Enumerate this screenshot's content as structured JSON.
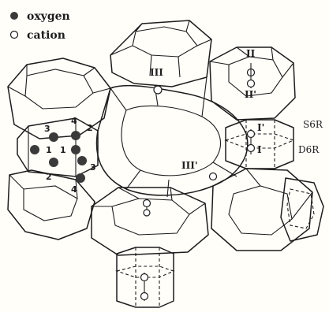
{
  "legend": {
    "oxygen_label": "oxygen",
    "cation_label": "cation"
  },
  "site_labels": {
    "site_III": "III",
    "site_II": "II",
    "site_II_prime": "II'",
    "site_I_prime": "I'",
    "site_I": "I",
    "site_III_prime": "III'",
    "ring_S6R": "S6R",
    "ring_D6R": "D6R"
  },
  "oxygen_numbers": {
    "n1a": "1",
    "n1b": "1",
    "n2a": "2",
    "n2b": "2",
    "n3a": "3",
    "n3b": "3",
    "n4a": "4",
    "n4b": "4"
  },
  "colors": {
    "oxygen": "#3a3a3a",
    "line": "#1c1c1c",
    "background": "#fffef9"
  }
}
